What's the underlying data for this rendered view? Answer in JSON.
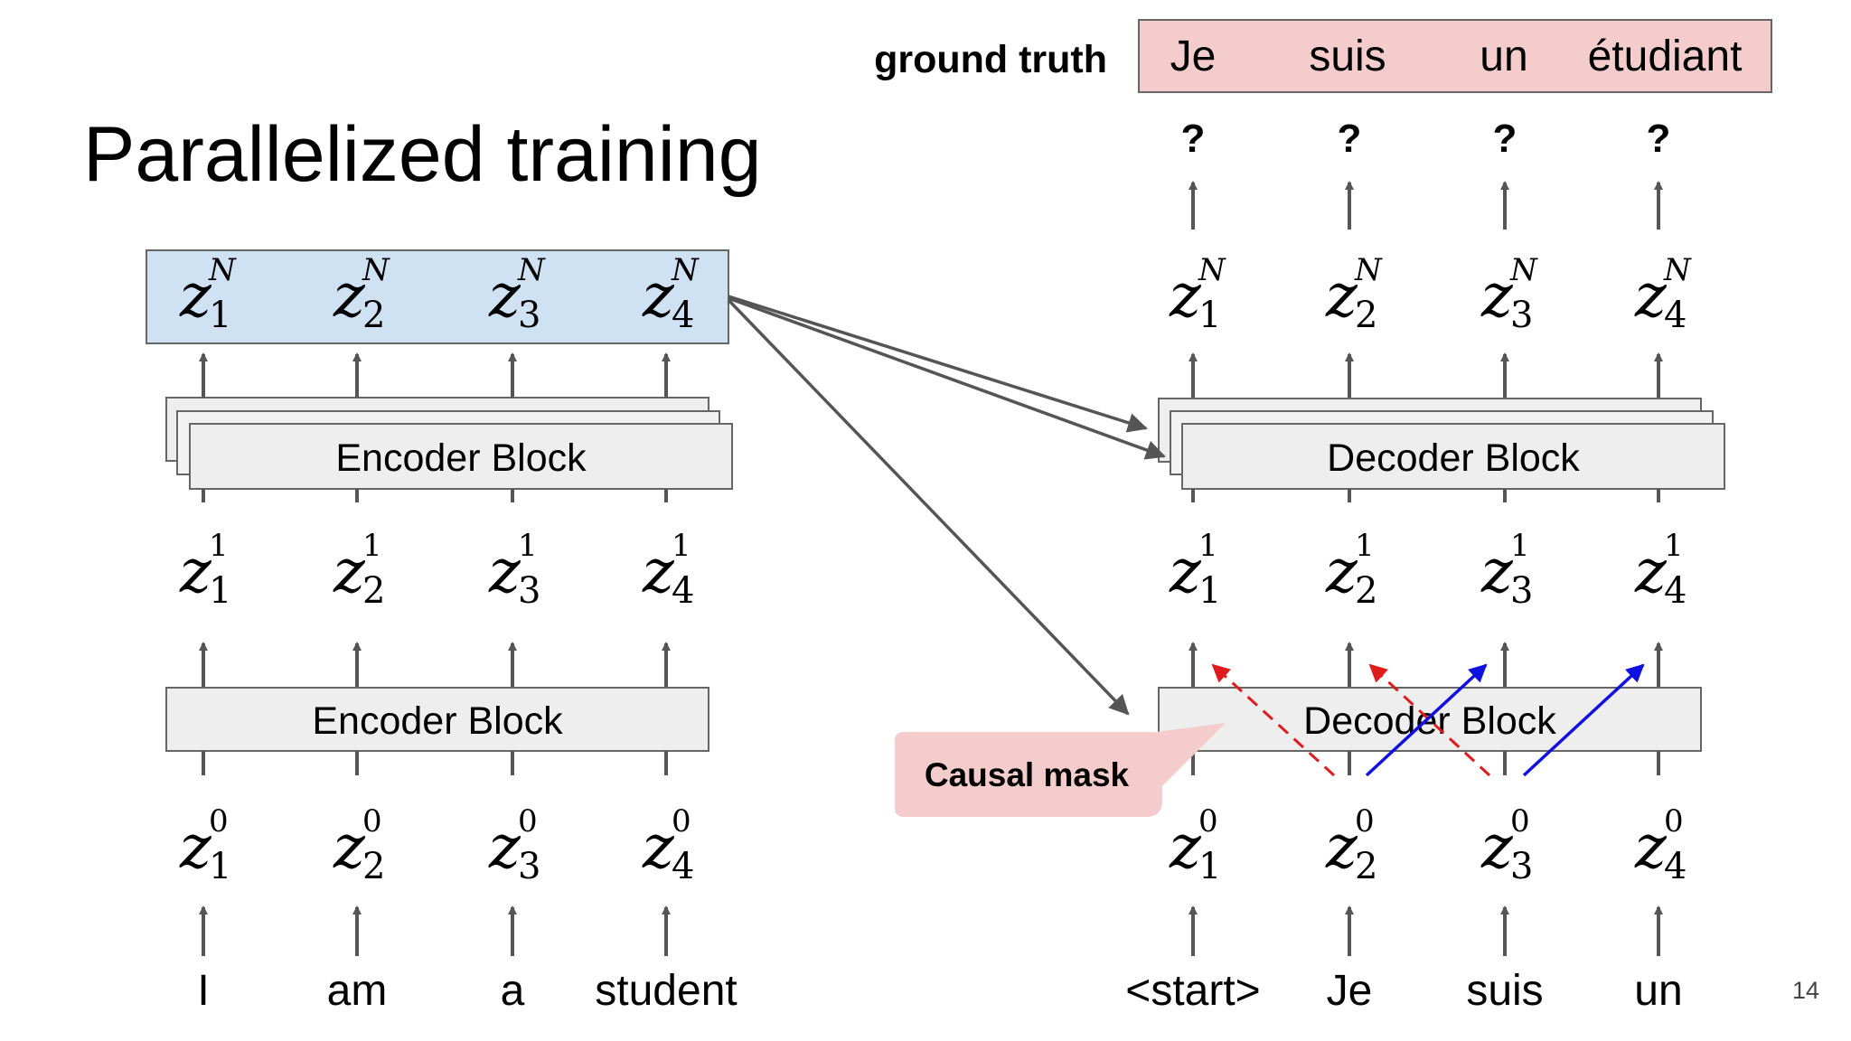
{
  "slide": {
    "title": "Parallelized training",
    "page_number": "14"
  },
  "ground_truth": {
    "label": "ground truth",
    "tokens": [
      "Je",
      "suis",
      "un",
      "étudiant"
    ],
    "fill_color": "#f4cccc"
  },
  "predictions": [
    "?",
    "?",
    "?",
    "?"
  ],
  "encoder": {
    "output_box_color": "#cfe2f3",
    "output": [
      {
        "var": "z",
        "sub": "1",
        "sup": "N"
      },
      {
        "var": "z",
        "sub": "2",
        "sup": "N"
      },
      {
        "var": "z",
        "sub": "3",
        "sup": "N"
      },
      {
        "var": "z",
        "sub": "4",
        "sup": "N"
      }
    ],
    "stack_block_label": "Encoder Block",
    "hidden": [
      {
        "var": "z",
        "sub": "1",
        "sup": "1"
      },
      {
        "var": "z",
        "sub": "2",
        "sup": "1"
      },
      {
        "var": "z",
        "sub": "3",
        "sup": "1"
      },
      {
        "var": "z",
        "sub": "4",
        "sup": "1"
      }
    ],
    "first_block_label": "Encoder Block",
    "input": [
      {
        "var": "z",
        "sub": "1",
        "sup": "0"
      },
      {
        "var": "z",
        "sub": "2",
        "sup": "0"
      },
      {
        "var": "z",
        "sub": "3",
        "sup": "0"
      },
      {
        "var": "z",
        "sub": "4",
        "sup": "0"
      }
    ],
    "tokens": [
      "I",
      "am",
      "a",
      "student"
    ]
  },
  "decoder": {
    "output": [
      {
        "var": "z",
        "sub": "1",
        "sup": "N"
      },
      {
        "var": "z",
        "sub": "2",
        "sup": "N"
      },
      {
        "var": "z",
        "sub": "3",
        "sup": "N"
      },
      {
        "var": "z",
        "sub": "4",
        "sup": "N"
      }
    ],
    "stack_block_label": "Decoder Block",
    "hidden": [
      {
        "var": "z",
        "sub": "1",
        "sup": "1"
      },
      {
        "var": "z",
        "sub": "2",
        "sup": "1"
      },
      {
        "var": "z",
        "sub": "3",
        "sup": "1"
      },
      {
        "var": "z",
        "sub": "4",
        "sup": "1"
      }
    ],
    "first_block_label": "Decoder Block",
    "input": [
      {
        "var": "z",
        "sub": "1",
        "sup": "0"
      },
      {
        "var": "z",
        "sub": "2",
        "sup": "0"
      },
      {
        "var": "z",
        "sub": "3",
        "sup": "0"
      },
      {
        "var": "z",
        "sub": "4",
        "sup": "0"
      }
    ],
    "tokens": [
      "<start>",
      "Je",
      "suis",
      "un"
    ]
  },
  "callout": {
    "label": "Causal mask",
    "fill_color": "#f4cccc"
  },
  "colors": {
    "block_fill": "#eeeeee",
    "block_stroke": "#666666",
    "arrow": "#555555",
    "mask_red": "#e01b1b",
    "mask_blue": "#1010e0"
  }
}
